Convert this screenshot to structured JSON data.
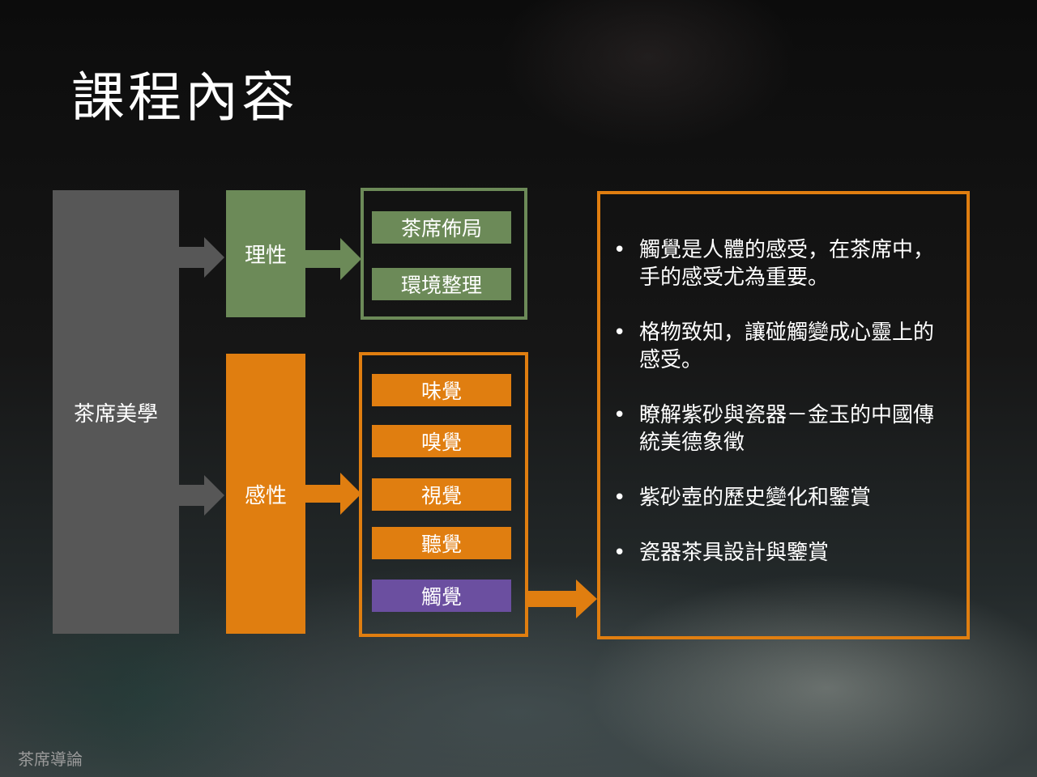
{
  "title": "課程內容",
  "footer": "茶席導論",
  "root": "茶席美學",
  "branches": {
    "rational": {
      "label": "理性",
      "items": [
        "茶席佈局",
        "環境整理"
      ]
    },
    "emotional": {
      "label": "感性",
      "items": [
        "味覺",
        "嗅覺",
        "視覺",
        "聽覺",
        "觸覺"
      ],
      "highlighted": "觸覺"
    }
  },
  "details": {
    "bullet_glyph": "•",
    "items": [
      "觸覺是人體的感受，在茶席中，手的感受尤為重要。",
      "格物致知，讓碰觸變成心靈上的感受。",
      "瞭解紫砂與瓷器－金玉的中國傳統美德象徵",
      "紫砂壺的歷史變化和鑒賞",
      "瓷器茶具設計與鑒賞"
    ]
  },
  "colors": {
    "root": "#575757",
    "rational": "#6c8a58",
    "emotional": "#e07e10",
    "highlight": "#6b4fa0",
    "text": "#ffffff"
  }
}
